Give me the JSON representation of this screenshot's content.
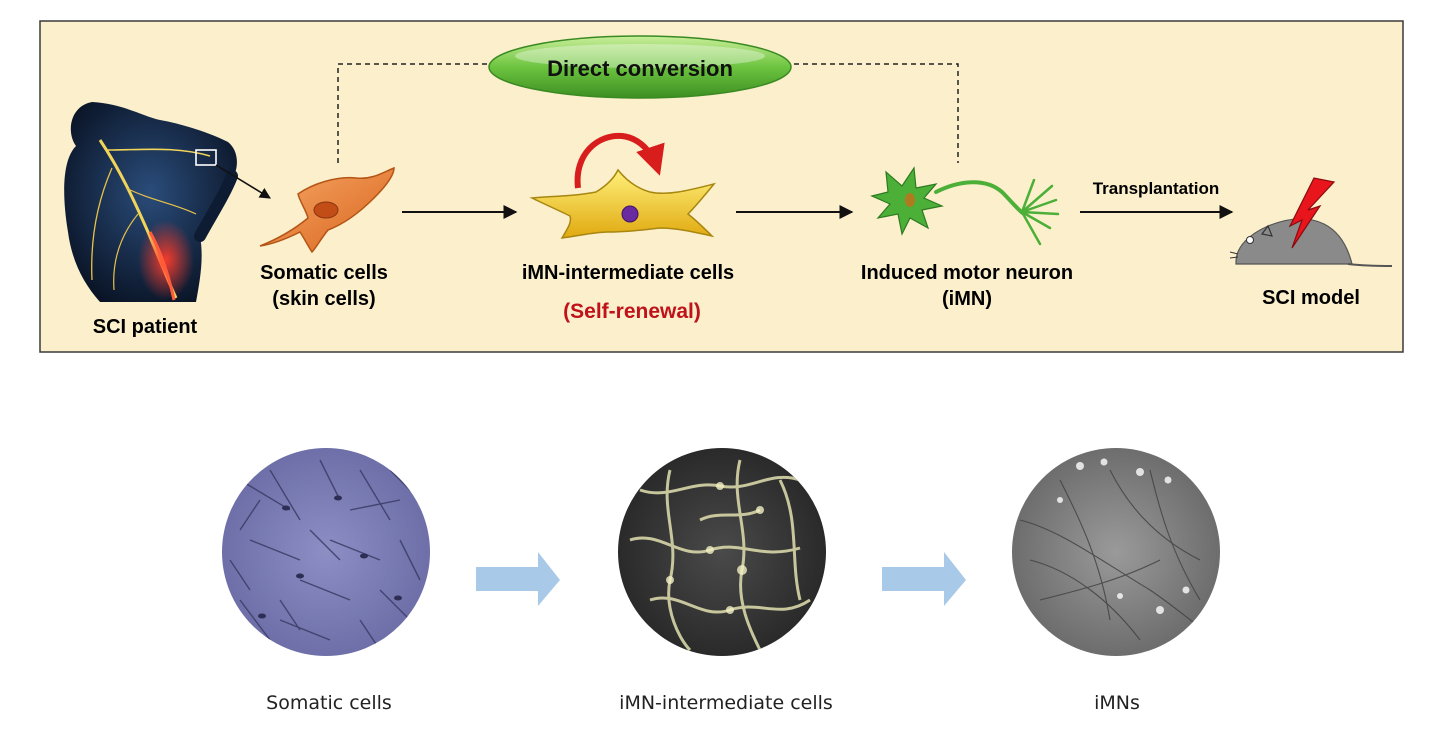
{
  "top_panel": {
    "direct_conversion": "Direct conversion",
    "sci_patient": "SCI patient",
    "somatic_line1": "Somatic cells",
    "somatic_line2": "(skin cells)",
    "intermediate": "iMN-intermediate cells",
    "self_renewal": "(Self-renewal)",
    "neuron_line1": "Induced motor neuron",
    "neuron_line2": "(iMN)",
    "transplantation": "Transplantation",
    "sci_model": "SCI model"
  },
  "bottom_panel": {
    "somatic": "Somatic cells",
    "intermediate": "iMN-intermediate cells",
    "imns": "iMNs"
  },
  "colors": {
    "panel_bg": "#fbefcc",
    "pill_green": "#5db83a",
    "self_renewal_red": "#c0121b",
    "somatic_orange": "#e87b2e",
    "intermediate_yellow": "#f2c418",
    "neuron_green": "#4caf38",
    "flow_arrow_blue": "#a9c9e8"
  }
}
